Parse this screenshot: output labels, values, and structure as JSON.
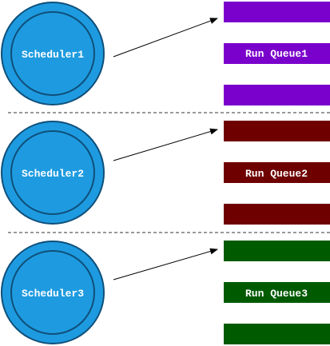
{
  "groups": [
    {
      "scheduler_label": "Scheduler1",
      "queue_label": "Run Queue1",
      "queue_color": "#7a00cc"
    },
    {
      "scheduler_label": "Scheduler2",
      "queue_label": "Run Queue2",
      "queue_color": "#6e0000"
    },
    {
      "scheduler_label": "Scheduler3",
      "queue_label": "Run Queue3",
      "queue_color": "#005a00"
    }
  ],
  "colors": {
    "scheduler_fill": "#1e9be0",
    "scheduler_stroke": "#0f4f7a",
    "arrow": "#000000",
    "separator": "#333333"
  }
}
